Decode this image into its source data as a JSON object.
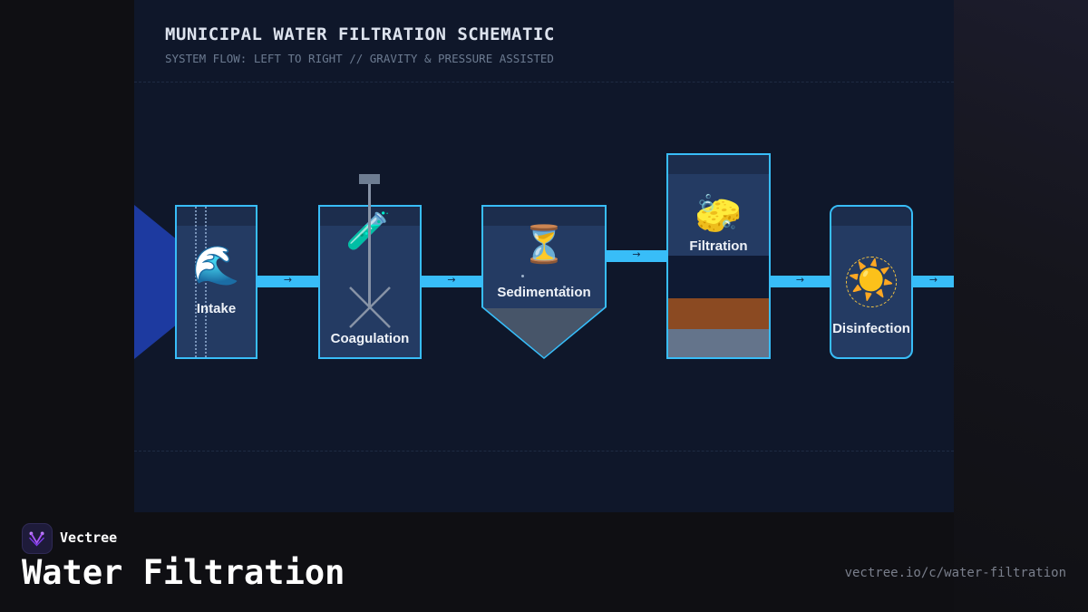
{
  "diagram": {
    "title": "MUNICIPAL WATER FILTRATION SCHEMATIC",
    "subtitle": "SYSTEM FLOW: LEFT TO RIGHT // GRAVITY & PRESSURE ASSISTED",
    "flow_arrow": "→",
    "stages": [
      {
        "label": "Intake",
        "icon": "wave-icon",
        "glyph": "🌊"
      },
      {
        "label": "Coagulation",
        "icon": "test-tube-icon",
        "glyph": "🧪"
      },
      {
        "label": "Sedimentation",
        "icon": "hourglass-icon",
        "glyph": "⏳"
      },
      {
        "label": "Filtration",
        "icon": "sponge-icon",
        "glyph": "🧽"
      },
      {
        "label": "Disinfection",
        "icon": "sun-icon",
        "glyph": "☀️"
      }
    ],
    "colors": {
      "pipe": "#38bdf8",
      "tank_fill": "#243b63",
      "intake_cone": "#1d3aa0",
      "filter_gravel": "#8b4a22",
      "filter_sand": "#64748b",
      "sun_ring": "#f5c542"
    }
  },
  "footer": {
    "brand": "Vectree",
    "logo_icon": "vectree-logo-icon",
    "heading": "Water Filtration",
    "url": "vectree.io/c/water-filtration"
  }
}
